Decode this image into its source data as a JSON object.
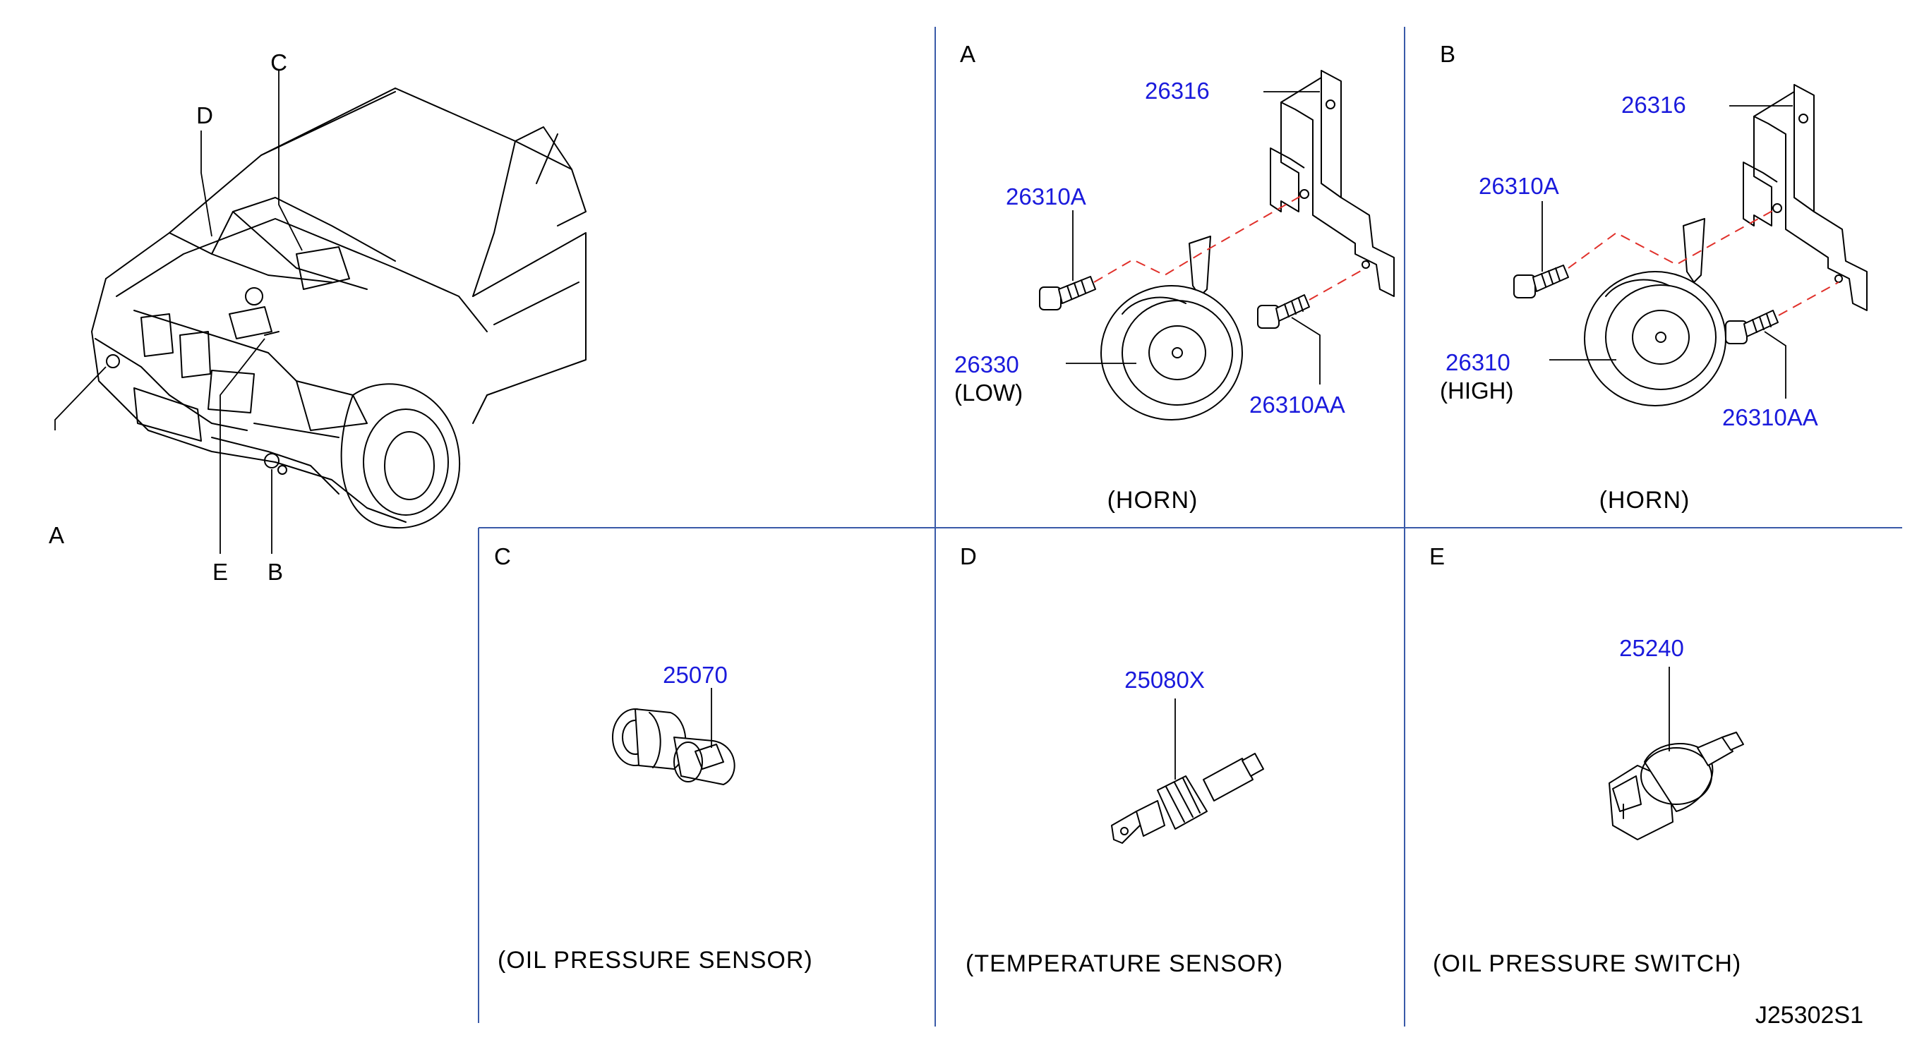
{
  "diagram": {
    "code": "J25302S1",
    "colors": {
      "part_number": "#1a1adc",
      "frame_lines": "#3a5aa8",
      "mounting_axis": "#e0302a",
      "ink": "#000000"
    },
    "vehicle_callouts": [
      "A",
      "B",
      "C",
      "D",
      "E"
    ],
    "panels": {
      "a": {
        "letter": "A",
        "caption": "(HORN)",
        "parts": {
          "bracket": "26316",
          "bolt": "26310A",
          "horn": "26330",
          "horn_note": "(LOW)",
          "bolt2": "26310AA"
        }
      },
      "b": {
        "letter": "B",
        "caption": "(HORN)",
        "parts": {
          "bracket": "26316",
          "bolt": "26310A",
          "horn": "26310",
          "horn_note": "(HIGH)",
          "bolt2": "26310AA"
        }
      },
      "c": {
        "letter": "C",
        "caption": "(OIL   PRESSURE   SENSOR)",
        "part": "25070"
      },
      "d": {
        "letter": "D",
        "caption": "(TEMPERATURE   SENSOR)",
        "part": "25080X"
      },
      "e": {
        "letter": "E",
        "caption": "(OIL   PRESSURE   SWITCH)",
        "part": "25240"
      }
    }
  }
}
